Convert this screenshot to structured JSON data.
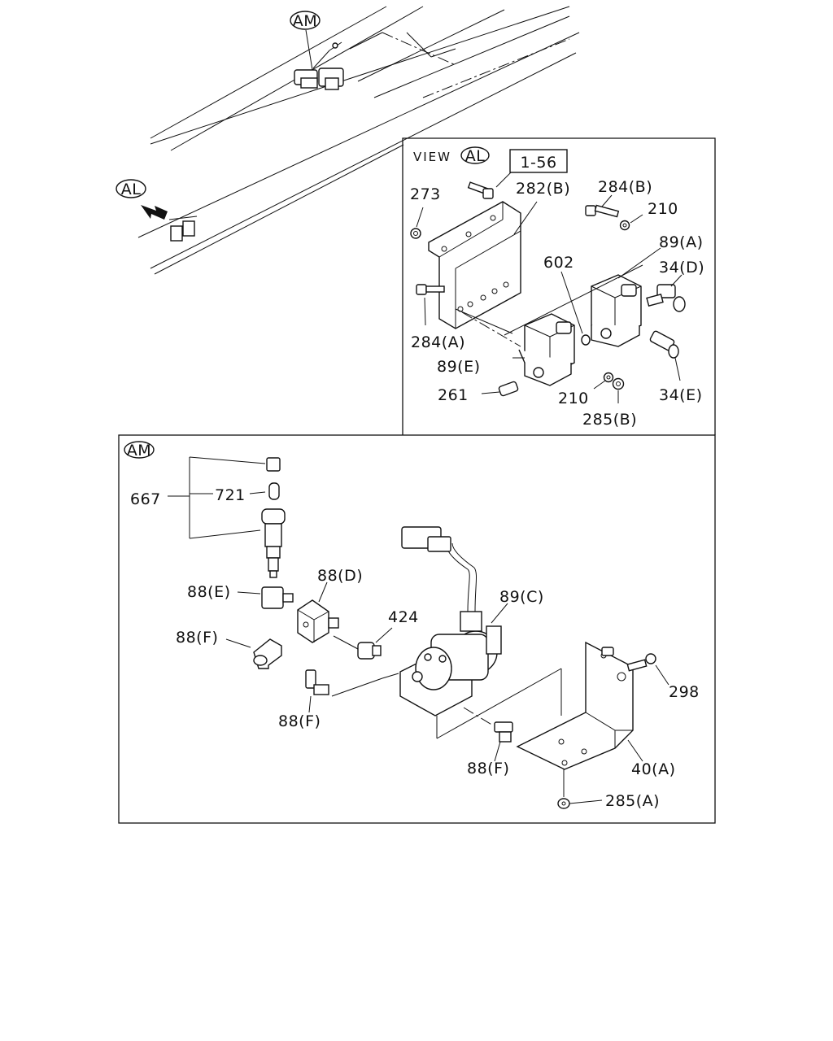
{
  "callouts": {
    "am_top": "AM",
    "al_left": "AL",
    "am_panel": "AM"
  },
  "view_al": {
    "view_word": "VIEW",
    "view_ref": "AL",
    "ref_box": "1-56",
    "labels": {
      "p273": "273",
      "p282b": "282(B)",
      "p284b": "284(B)",
      "p210_top": "210",
      "p89a": "89(A)",
      "p34d": "34(D)",
      "p602": "602",
      "p284a": "284(A)",
      "p89e": "89(E)",
      "p261": "261",
      "p210_bot": "210",
      "p34e": "34(E)",
      "p285b": "285(B)"
    }
  },
  "view_am": {
    "labels": {
      "p667": "667",
      "p721": "721",
      "p88e": "88(E)",
      "p88d": "88(D)",
      "p88f_a": "88(F)",
      "p424": "424",
      "p89c": "89(C)",
      "p88f_b": "88(F)",
      "p298": "298",
      "p88f_c": "88(F)",
      "p40a": "40(A)",
      "p285a": "285(A)"
    }
  }
}
